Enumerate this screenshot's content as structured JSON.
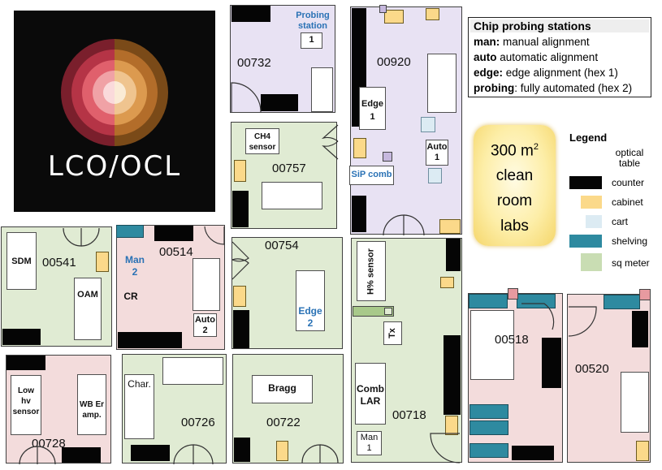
{
  "logo": {
    "text": "LCO/OCL"
  },
  "info_box": {
    "title": "Chip probing stations",
    "rows": [
      {
        "key": "man:",
        "value": " manual alignment"
      },
      {
        "key": "auto",
        "value": " automatic alignment"
      },
      {
        "key": "edge:",
        "value": " edge alignment (hex 1)"
      },
      {
        "key": "probing",
        "value": ":  fully automated (hex 2)"
      }
    ]
  },
  "area_badge": {
    "line1": "300 m",
    "line1_sup": "2",
    "line2": "clean",
    "line3": "room",
    "line4": "labs"
  },
  "legend": {
    "title": "Legend",
    "items": [
      {
        "label": "optical table",
        "color": "#ffffff"
      },
      {
        "label": "counter",
        "color": "#050505"
      },
      {
        "label": "cabinet",
        "color": "#fbd98a"
      },
      {
        "label": "cart",
        "color": "#dcebf3"
      },
      {
        "label": "shelving",
        "color": "#2e8aa0"
      },
      {
        "label": "sq meter",
        "color": "#c9ddb3"
      }
    ]
  },
  "rooms": {
    "r00732": "00732",
    "r00920": "00920",
    "r00757": "00757",
    "r00541": "00541",
    "r00514": "00514",
    "r00754": "00754",
    "r00718": "00718",
    "r00518": "00518",
    "r00520": "00520",
    "r00728": "00728",
    "r00726": "00726",
    "r00722": "00722"
  },
  "stations": {
    "probing": "Probing\nstation",
    "probing_hex": "1",
    "edge": "Edge",
    "edge_hex": "1",
    "auto1": "Auto\n1",
    "sip": "SiP comb",
    "ch4": "CH4\nsensor",
    "sdm": "SDM",
    "oam": "OAM",
    "man2": "Man\n2",
    "cr": "CR",
    "auto2": "Auto\n2",
    "edge2": "Edge\n2",
    "h_sensor": "H% sensor",
    "tx": "Tx",
    "comb_lar": "Comb\nLAR",
    "man1": "Man\n1",
    "low_hv": "Low\nhv\nsensor",
    "wb_er": "WB Er\namp.",
    "char": "Char.",
    "bragg": "Bragg"
  }
}
